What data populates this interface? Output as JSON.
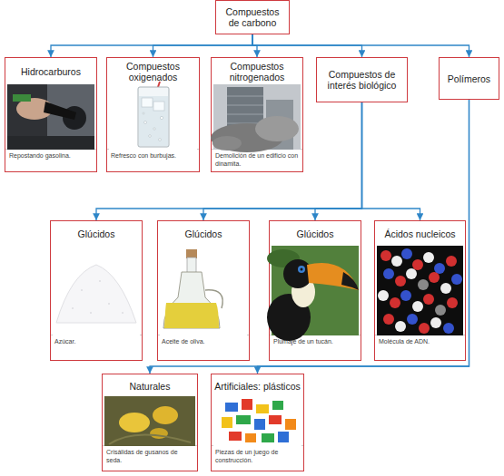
{
  "diagram": {
    "nodes": [
      {
        "text": [
          "Compuestos de carbono"
        ]
      },
      {
        "text": [
          "Hidrocarburos",
          "Repostando gasolina."
        ]
      },
      {
        "text": [
          "Compuestos oxigenados",
          "Refresco con burbujas."
        ]
      },
      {
        "text": [
          "Compuestos nitrogenados",
          "Demolición de un edificio con dinamita."
        ]
      },
      {
        "text": [
          "Compuestos de interés biológico"
        ]
      },
      {
        "text": [
          "Polímeros"
        ]
      },
      {
        "text": [
          "Glúcidos",
          "Azúcar."
        ]
      },
      {
        "text": [
          "Glúcidos",
          "Aceite de oliva."
        ]
      },
      {
        "text": [
          "Glúcidos",
          "Plumaje de un tucán."
        ]
      },
      {
        "text": [
          "Ácidos nucleicos",
          "Molécula de ADN."
        ]
      },
      {
        "text": [
          "Naturales",
          "Crisálidas de gusanos de seda."
        ]
      },
      {
        "text": [
          "Artificiales: plásticos",
          "Piezas de un juego de construcción."
        ]
      }
    ],
    "edges": [
      {
        "from": 0,
        "to": 1,
        "arrow": "to"
      },
      {
        "from": 0,
        "to": 2,
        "arrow": "to"
      },
      {
        "from": 0,
        "to": 3,
        "arrow": "to"
      },
      {
        "from": 0,
        "to": 4,
        "arrow": "to"
      },
      {
        "from": 0,
        "to": 5,
        "arrow": "to"
      },
      {
        "from": 4,
        "to": 6,
        "arrow": "to"
      },
      {
        "from": 4,
        "to": 7,
        "arrow": "to"
      },
      {
        "from": 4,
        "to": 8,
        "arrow": "to"
      },
      {
        "from": 4,
        "to": 9,
        "arrow": "to"
      },
      {
        "from": 5,
        "to": 10,
        "arrow": "to"
      },
      {
        "from": 5,
        "to": 11,
        "arrow": "to"
      }
    ]
  }
}
